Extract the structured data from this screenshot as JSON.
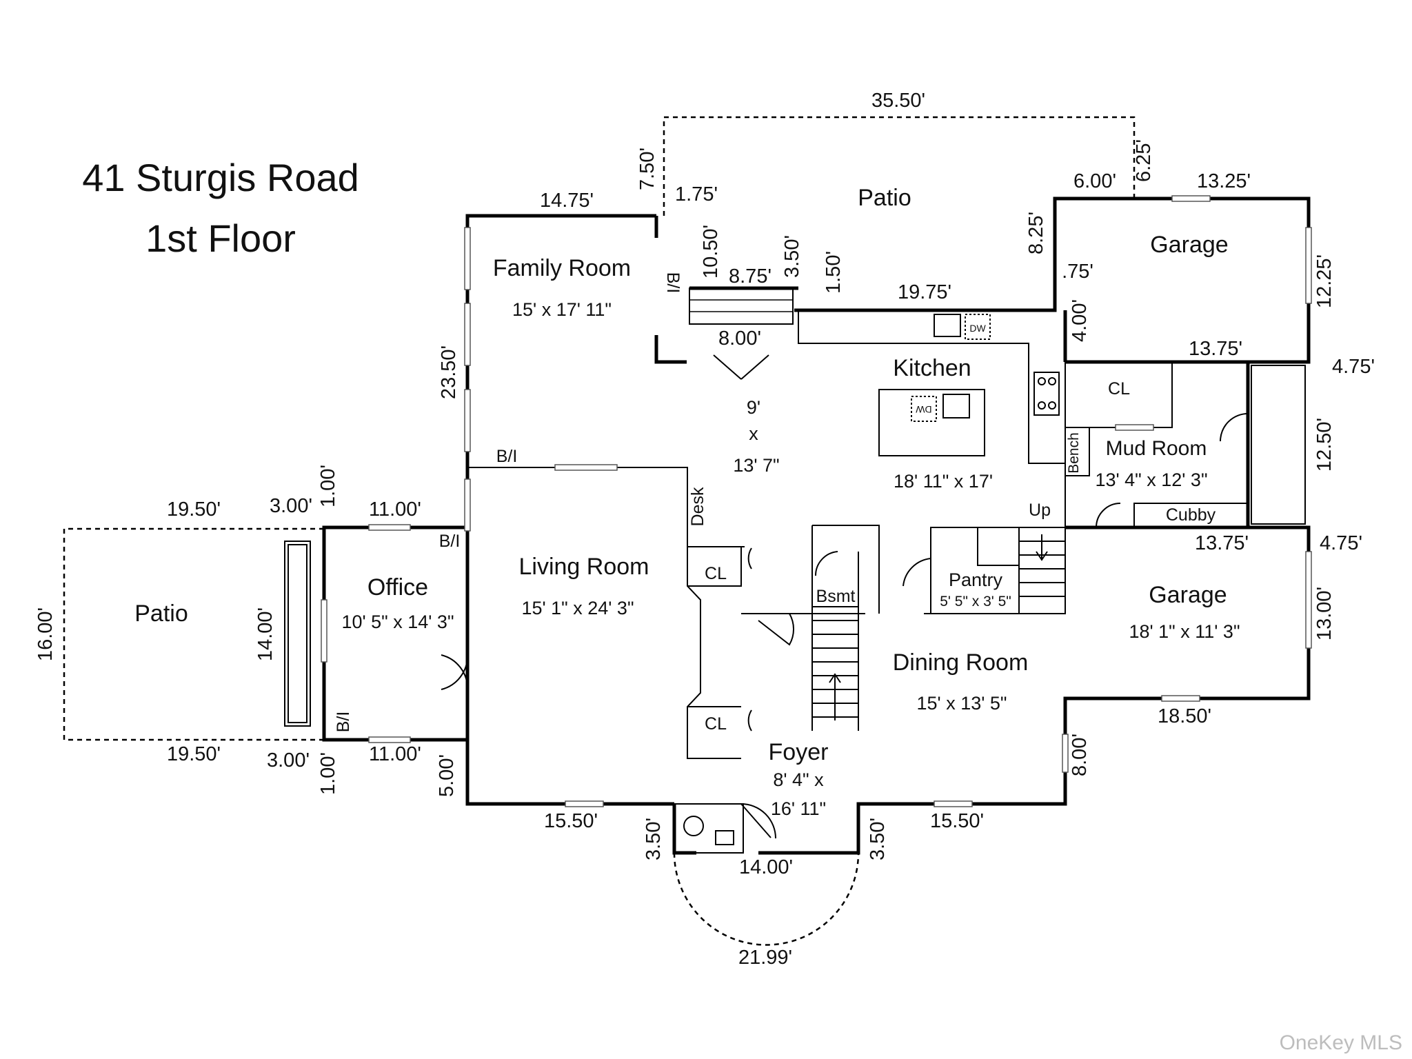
{
  "title": {
    "line1": "41 Sturgis Road",
    "line2": "1st Floor"
  },
  "rooms": {
    "patio_top": {
      "name": "Patio"
    },
    "patio_left": {
      "name": "Patio"
    },
    "family_room": {
      "name": "Family Room",
      "size": "15' x 17' 11\""
    },
    "kitchen": {
      "name": "Kitchen",
      "size": "18' 11\" x 17'"
    },
    "hall": {
      "line1": "9'",
      "line2": "x",
      "line3": "13' 7\""
    },
    "garage_top": {
      "name": "Garage"
    },
    "garage_bottom": {
      "name": "Garage",
      "size": "18' 1\" x 11' 3\""
    },
    "mud_room": {
      "name": "Mud Room",
      "size": "13' 4\" x 12' 3\""
    },
    "office": {
      "name": "Office",
      "size": "10' 5\" x 14' 3\""
    },
    "living_room": {
      "name": "Living Room",
      "size": "15' 1\" x 24' 3\""
    },
    "dining_room": {
      "name": "Dining Room",
      "size": "15' x 13' 5\""
    },
    "foyer": {
      "name": "Foyer",
      "line1": "8' 4\" x",
      "line2": "16' 11\""
    },
    "pantry": {
      "name": "Pantry",
      "size": "5' 5\" x 3' 5\""
    }
  },
  "labels": {
    "cl": "CL",
    "bi": "B/I",
    "desk": "Desk",
    "bench": "Bench",
    "cubby": "Cubby",
    "bsmt": "Bsmt",
    "up": "Up",
    "dw": "DW"
  },
  "dimensions": {
    "patio_top_width": "35.50'",
    "patio_top_left": "7.50'",
    "patio_top_right": "6.25'",
    "fam_left_notch": "1.75'",
    "fam_top": "14.75'",
    "fam_right": "10.50'",
    "fam_bump_width": "8.75'",
    "fam_bump_depth": "3.50'",
    "kitchen_step": "1.50'",
    "kitchen_top": "19.75'",
    "fam_bump_inner": "8.00'",
    "fam_left": "23.50'",
    "garage_step_width": "6.00'",
    "garage_top_width": "13.25'",
    "garage_step_height": "8.25'",
    "garage_small": ".75'",
    "garage_inner": "4.00'",
    "garage_right": "12.25'",
    "garage_bottom_width": "13.75'",
    "mud_right_offset": "4.75'",
    "mud_right": "12.50'",
    "garage2_top": "13.75'",
    "garage2_offset": "4.75'",
    "garage2_right": "13.00'",
    "garage2_bottom": "18.50'",
    "office_top": "11.00'",
    "office_offset_top": "1.00'",
    "office_step_top": "3.00'",
    "patio_left_top": "19.50'",
    "patio_left_height": "16.00'",
    "office_height": "14.00'",
    "patio_left_bottom": "19.50'",
    "office_step_bottom": "3.00'",
    "office_offset_bottom": "1.00'",
    "office_bottom": "11.00'",
    "living_offset": "5.00'",
    "living_bottom": "15.50'",
    "dining_bottom": "15.50'",
    "entry_left": "3.50'",
    "entry_right": "3.50'",
    "entry_width": "14.00'",
    "dining_right": "8.00'",
    "bay_arc": "21.99'"
  },
  "watermark": "OneKey MLS"
}
